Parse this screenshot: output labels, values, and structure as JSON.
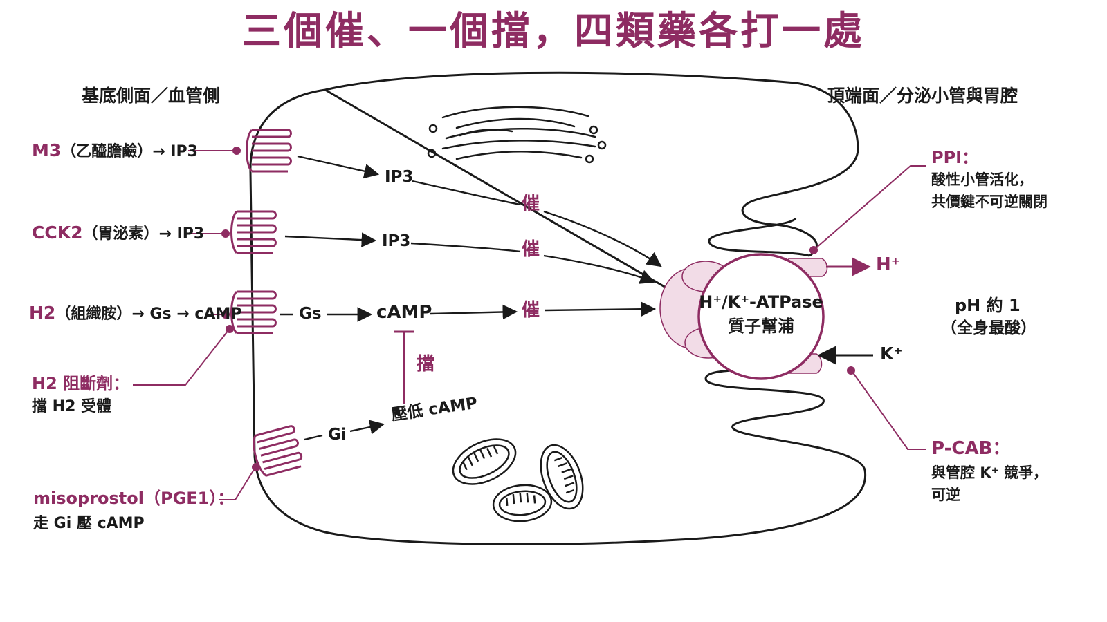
{
  "title": "三個催、一個擋，四類藥各打一處",
  "basolateral_header": "基底側面／血管側",
  "apical_header": "頂端面／分泌小管與胃腔",
  "receptors": {
    "m3": {
      "name": "M3",
      "detail": "（乙醯膽鹼）→ IP3"
    },
    "cck2": {
      "name": "CCK2",
      "detail": "（胃泌素）→ IP3"
    },
    "h2": {
      "name": "H2",
      "detail": "（組織胺）→ Gs → cAMP"
    }
  },
  "drugs": {
    "h2_blocker": {
      "name": "H2 阻斷劑：",
      "desc": "擋 H2 受體"
    },
    "misoprostol": {
      "name": "misoprostol（PGE1）：",
      "desc": "走 Gi 壓 cAMP"
    },
    "ppi": {
      "name": "PPI：",
      "desc_line1": "酸性小管活化，",
      "desc_line2": "共價鍵不可逆關閉"
    },
    "pcab": {
      "name": "P-CAB：",
      "desc_line1": "與管腔 K⁺ 競爭，",
      "desc_line2": "可逆"
    }
  },
  "pathway": {
    "ip3_a": "IP3",
    "ip3_b": "IP3",
    "gs": "Gs",
    "camp": "cAMP",
    "gi": "Gi",
    "low_camp": "壓低 cAMP",
    "stim_1": "催",
    "stim_2": "催",
    "stim_3": "催",
    "block": "擋"
  },
  "pump": {
    "line1": "H⁺/K⁺-ATPase",
    "line2": "質子幫浦"
  },
  "ions": {
    "h": "H⁺",
    "k": "K⁺"
  },
  "ph": {
    "line1": "pH 約 1",
    "line2": "（全身最酸）"
  },
  "colors": {
    "accent": "#8e2c62",
    "pump_fill": "#f2dce7",
    "line": "#1a1a1a"
  }
}
